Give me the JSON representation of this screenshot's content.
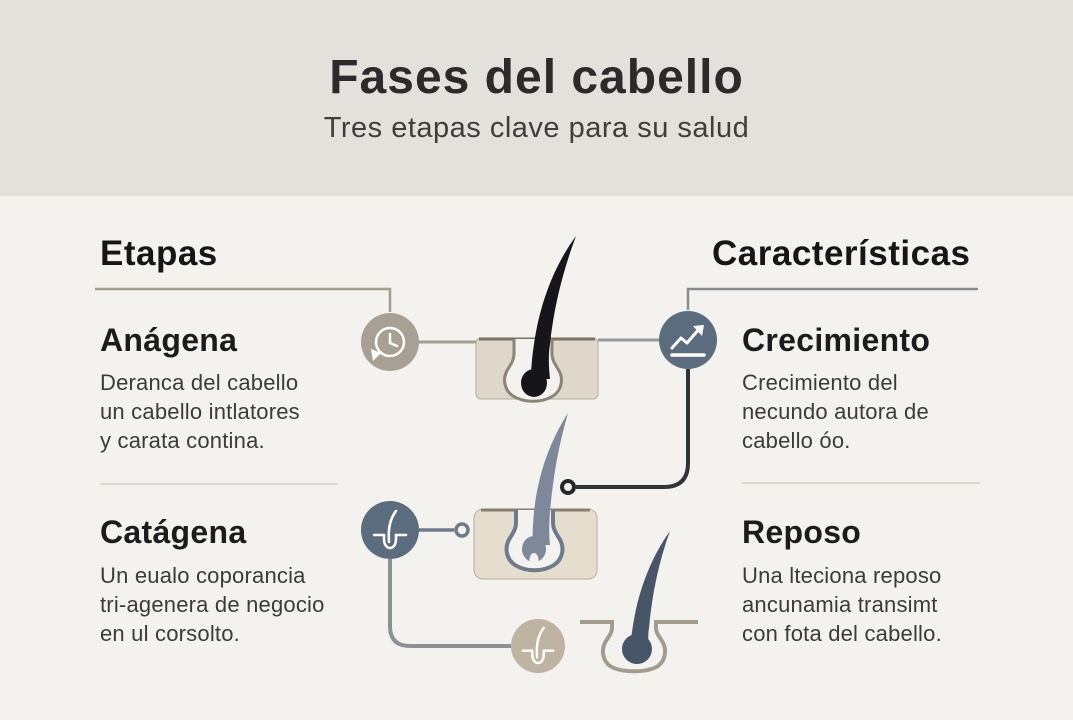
{
  "header": {
    "title": "Fases del cabello",
    "subtitle": "Tres etapas clave para su salud"
  },
  "left_column": {
    "heading": "Etapas",
    "sections": {
      "anagena": {
        "title": "Anágena",
        "lines": [
          "Deranca del cabello",
          "un cabello intlatores",
          "y carata contina."
        ]
      },
      "catagena": {
        "title": "Catágena",
        "lines": [
          "Un eualo coporancia",
          "tri-agenera de negocio",
          "en ul corsolto."
        ]
      }
    }
  },
  "right_column": {
    "heading": "Características",
    "sections": {
      "crecimiento": {
        "title": "Crecimiento",
        "lines": [
          "Crecimiento del",
          "necundo autora de",
          "cabello óo."
        ]
      },
      "reposo": {
        "title": "Reposo",
        "lines": [
          "Una lteciona reposo",
          "ancunamia transimt",
          "con fota del cabello."
        ]
      }
    }
  },
  "icons": {
    "anagena": "clock-history-icon",
    "crecimiento": "trend-up-chart-icon",
    "catagena": "hair-follicle-icon",
    "bottom": "hair-follicle-icon"
  },
  "colors": {
    "header_bg": "#e3e1dc",
    "body_bg": "#f3f2ee",
    "taupe_icon": "#a8a094",
    "slate_icon": "#5b6c7e",
    "tan_icon": "#bfb3a1",
    "skin_block": "#ded7ca",
    "skin_block_mid": "#e5decf",
    "hair_black": "#16161a",
    "hair_gray": "#7d899b",
    "hair_slate": "#475569",
    "connector_dark": "#2f3438",
    "connector_taupe": "#a49c90",
    "connector_slate": "#6e7b8c"
  }
}
